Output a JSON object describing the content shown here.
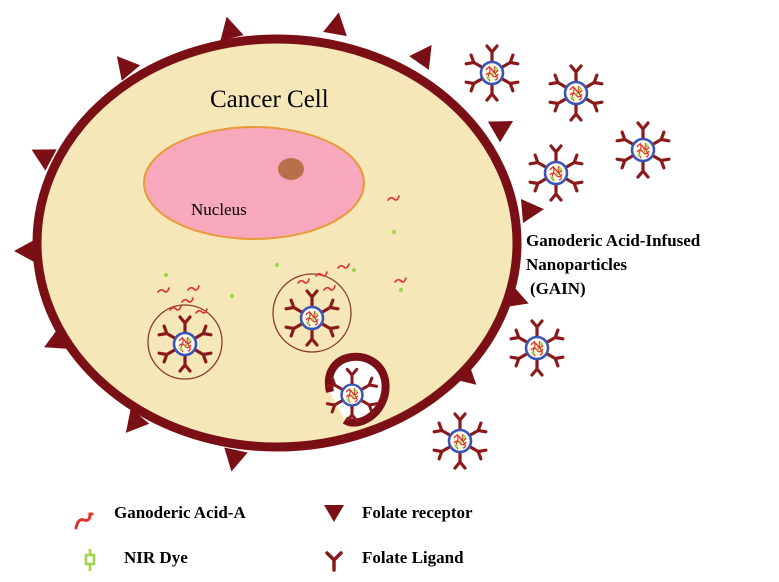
{
  "diagram": {
    "cell_label": "Cancer Cell",
    "nucleus_label": "Nucleus",
    "nanoparticle_label": {
      "line1": "Ganoderic Acid-Infused",
      "line2": "Nanoparticles",
      "line3": "(GAIN)"
    }
  },
  "legend": {
    "ganoderic_acid": "Ganoderic Acid-A",
    "folate_receptor": "Folate receptor",
    "nir_dye": "NIR Dye",
    "folate_ligand": "Folate Ligand"
  },
  "colors": {
    "cell_fill": "#f6e7b9",
    "membrane": "#7b0f16",
    "nucleus_fill": "#f7a8bd",
    "nucleus_border": "#e89a3a",
    "nucleolus": "#b96f4a",
    "np_ring": "#3a55b8",
    "ga_red": "#e0302a",
    "dye_green": "#9bd54a",
    "ligand": "#8a1a1a"
  }
}
